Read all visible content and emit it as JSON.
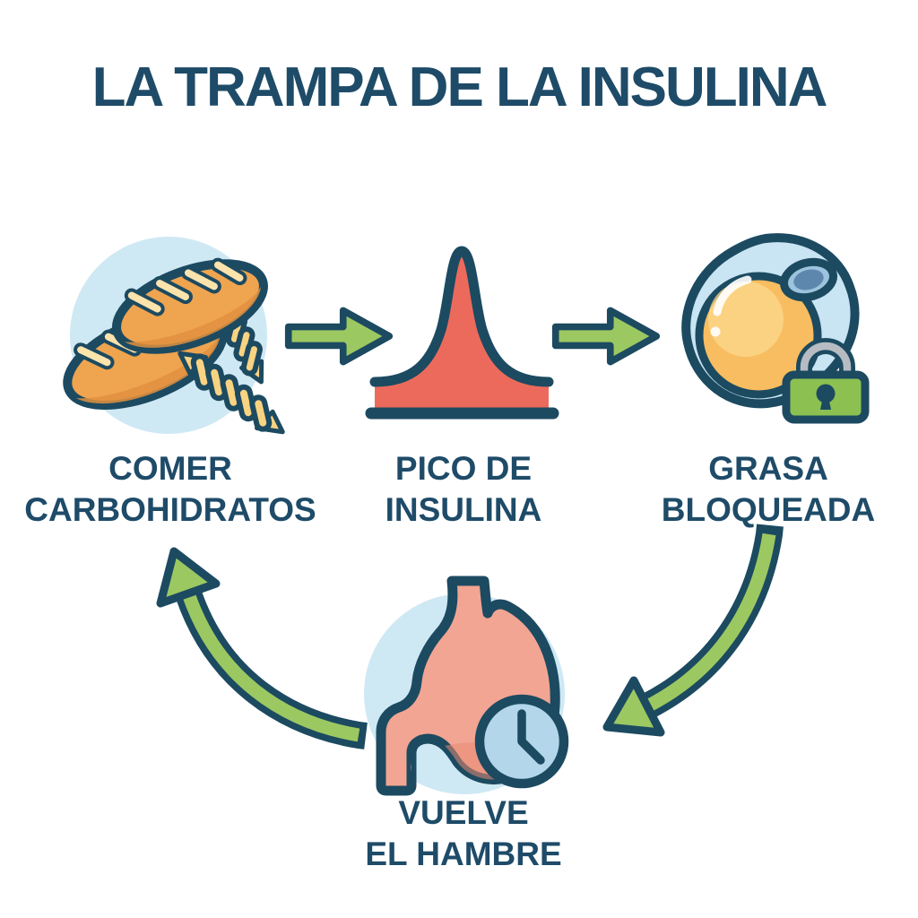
{
  "title": "LA TRAMPA DE LA INSULINA",
  "diagram": {
    "type": "cycle",
    "language": "es",
    "steps": [
      {
        "id": "eat-carbs",
        "icon": "bread-and-pasta-icon",
        "line1": "COMER",
        "line2": "CARBOHIDRATOS"
      },
      {
        "id": "insulin-spike",
        "icon": "insulin-spike-curve-icon",
        "line1": "PICO DE",
        "line2": "INSULINA"
      },
      {
        "id": "fat-locked",
        "icon": "fat-cell-padlock-icon",
        "line1": "GRASA",
        "line2": "BLOQUEADA"
      },
      {
        "id": "hunger-returns",
        "icon": "stomach-clock-icon",
        "line1": "VUELVE",
        "line2": "EL HAMBRE"
      }
    ],
    "connectors": [
      {
        "from": "eat-carbs",
        "to": "insulin-spike",
        "style": "straight-right-arrow"
      },
      {
        "from": "insulin-spike",
        "to": "fat-locked",
        "style": "straight-right-arrow"
      },
      {
        "from": "fat-locked",
        "to": "hunger-returns",
        "style": "curved-down-left-arrow"
      },
      {
        "from": "hunger-returns",
        "to": "eat-carbs",
        "style": "curved-up-left-arrow"
      }
    ]
  },
  "colors": {
    "background": "#ffffff",
    "text_navy": "#1e4b68",
    "outline_navy": "#1c4a61",
    "arrow_green": "#9cc862",
    "lock_green": "#8cc152",
    "spike_red": "#ec6a5c",
    "bread_orange": "#efa44f",
    "bread_orange_dark": "#e0903e",
    "bread_score_cream": "#fce3ac",
    "pasta_yellow": "#f8d382",
    "soft_blue": "#cfe9f4",
    "cell_blue": "#c9e4f2",
    "droplet_orange": "#f8bd60",
    "droplet_light": "#fcd98d",
    "nucleus_blue": "#9dc3dd",
    "nucleus_inner": "#5d87ad",
    "stomach_pink": "#f2a593",
    "stomach_pink_dark": "#e98a72",
    "clock_blue": "#b3d6ea",
    "shackle_gray": "#b6bcc2"
  }
}
